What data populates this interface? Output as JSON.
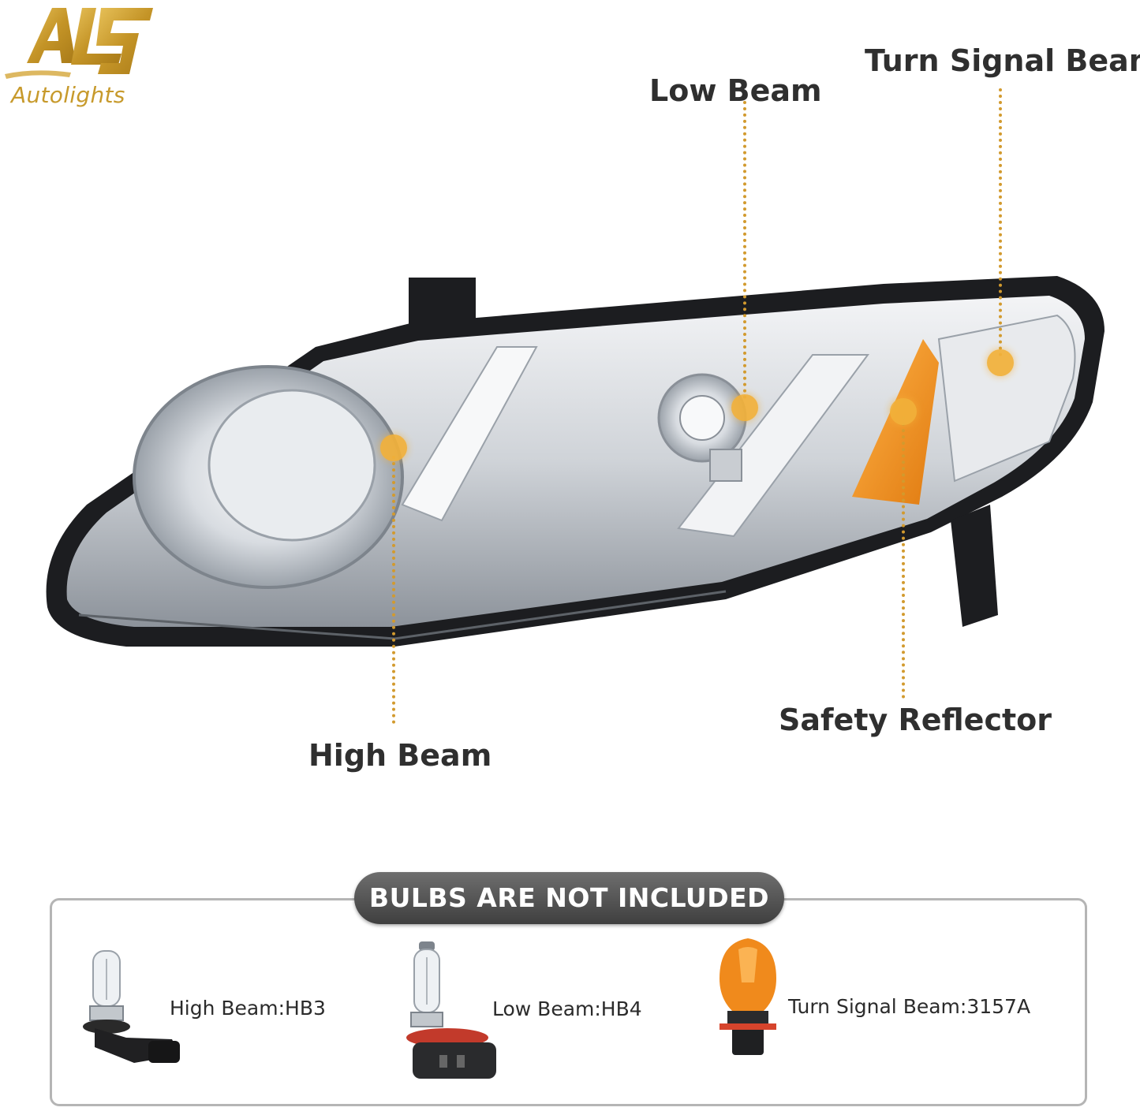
{
  "brand": {
    "logo_mark": "AL",
    "name": "Autolights"
  },
  "callouts": {
    "low_beam": "Low Beam",
    "turn_signal_beam": "Turn Signal Beam",
    "high_beam": "High Beam",
    "safety_reflector": "Safety Reflector"
  },
  "notice": {
    "text": "BULBS ARE NOT INCLUDED"
  },
  "bulbs": [
    {
      "label": "High Beam:HB3",
      "icon": "hb3-bulb-icon"
    },
    {
      "label": "Low Beam:HB4",
      "icon": "hb4-bulb-icon"
    },
    {
      "label": "Turn Signal Beam:3157A",
      "icon": "3157a-bulb-icon"
    }
  ],
  "colors": {
    "accent_gold": "#c79a2c",
    "marker_amber": "#f2b13a",
    "turn_signal_amber": "#f08a1c",
    "pill_gray": "#555555"
  }
}
